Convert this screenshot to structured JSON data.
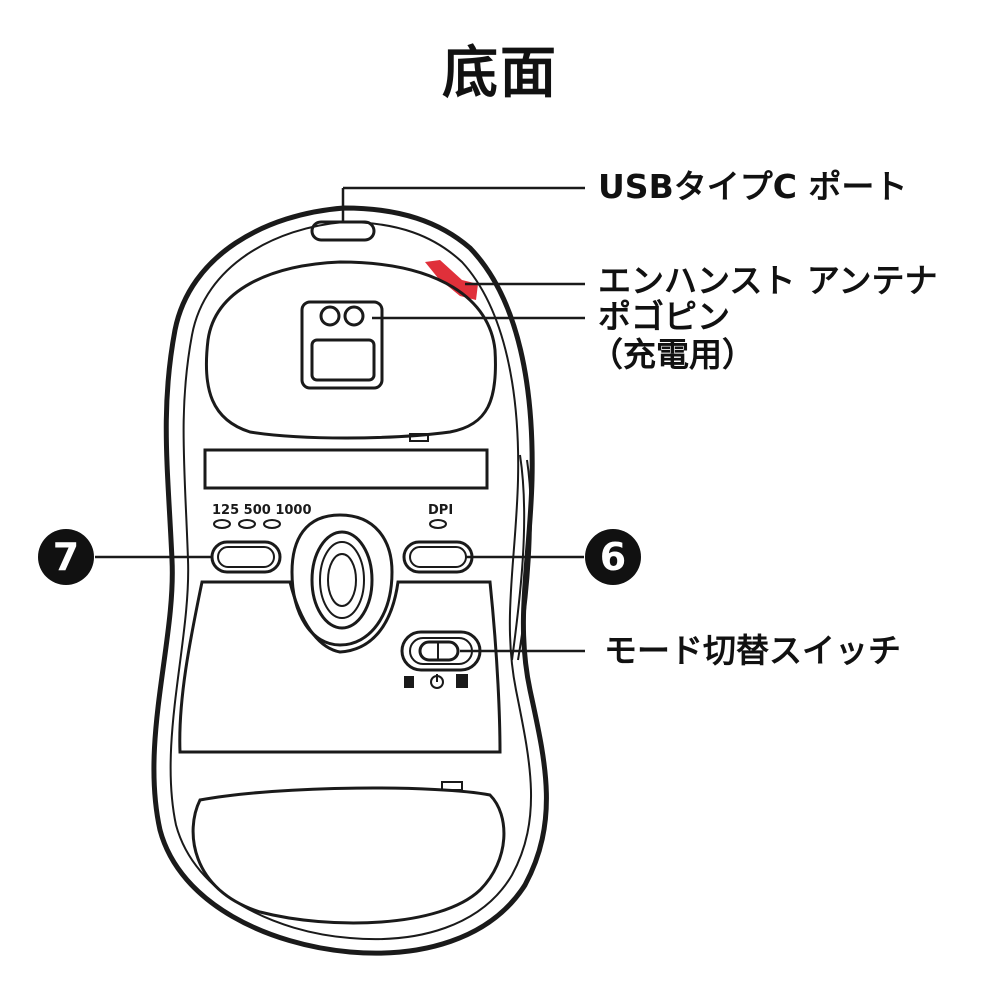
{
  "title": "底面",
  "callouts": {
    "usb_port": "USBタイプC ポート",
    "antenna": "エンハンスト アンテナ",
    "pogo_pin": "ポゴピン",
    "pogo_pin_sub": "（充電用）",
    "mode_switch": "モード切替スイッチ"
  },
  "badges": {
    "left": "7",
    "right": "6"
  },
  "mouse_labels": {
    "polling_rates": "125 500 1000",
    "dpi": "DPI"
  },
  "colors": {
    "line": "#1a1a1a",
    "antenna": "#e0303a",
    "background": "#ffffff"
  }
}
